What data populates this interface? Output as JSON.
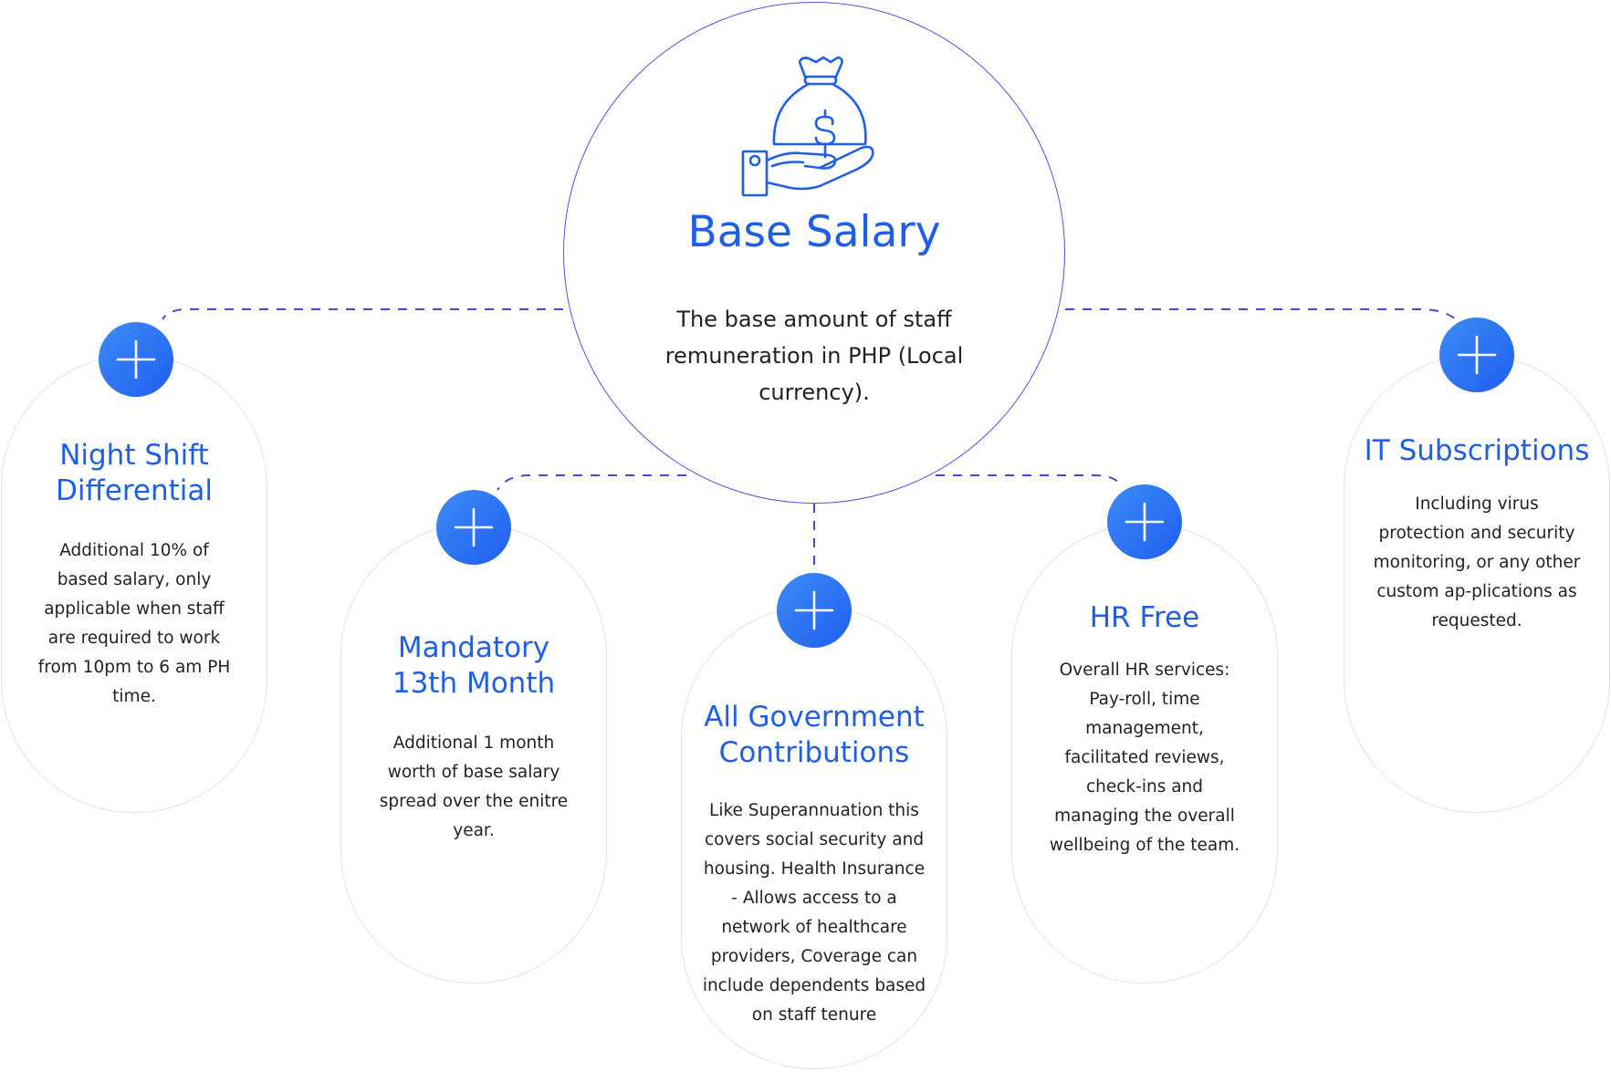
{
  "colors": {
    "accent": "#1f5fe6",
    "circle_border": "#5b4ee6",
    "connector": "#4a45e0",
    "pill_border": "#e2e2e6"
  },
  "center": {
    "icon": "money-bag-hand-icon",
    "title": "Base Salary",
    "description": "The base amount of staff remuneration in PHP (Local currency)."
  },
  "cards": [
    {
      "id": "night-shift",
      "title": "Night Shift\nDifferential",
      "description": "Additional 10% of based salary, only applicable when staff are required to work from 10pm to 6 am PH time."
    },
    {
      "id": "thirteenth-month",
      "title": "Mandatory\n13th Month",
      "description": "Additional 1 month worth of base salary spread over the enitre year."
    },
    {
      "id": "government",
      "title": "All Government\nContributions",
      "description": "Like Superannuation this covers social security and housing. Health Insurance - Allows access to a network of healthcare providers, Coverage can include dependents based on staff tenure"
    },
    {
      "id": "hr",
      "title": "HR Free",
      "description": "Overall HR services: Pay-roll, time management, facilitated reviews, check-ins and managing the overall wellbeing of the team."
    },
    {
      "id": "it",
      "title": "IT Subscriptions",
      "description": "Including virus protection and security monitoring, or any other custom ap-plications as requested."
    }
  ]
}
